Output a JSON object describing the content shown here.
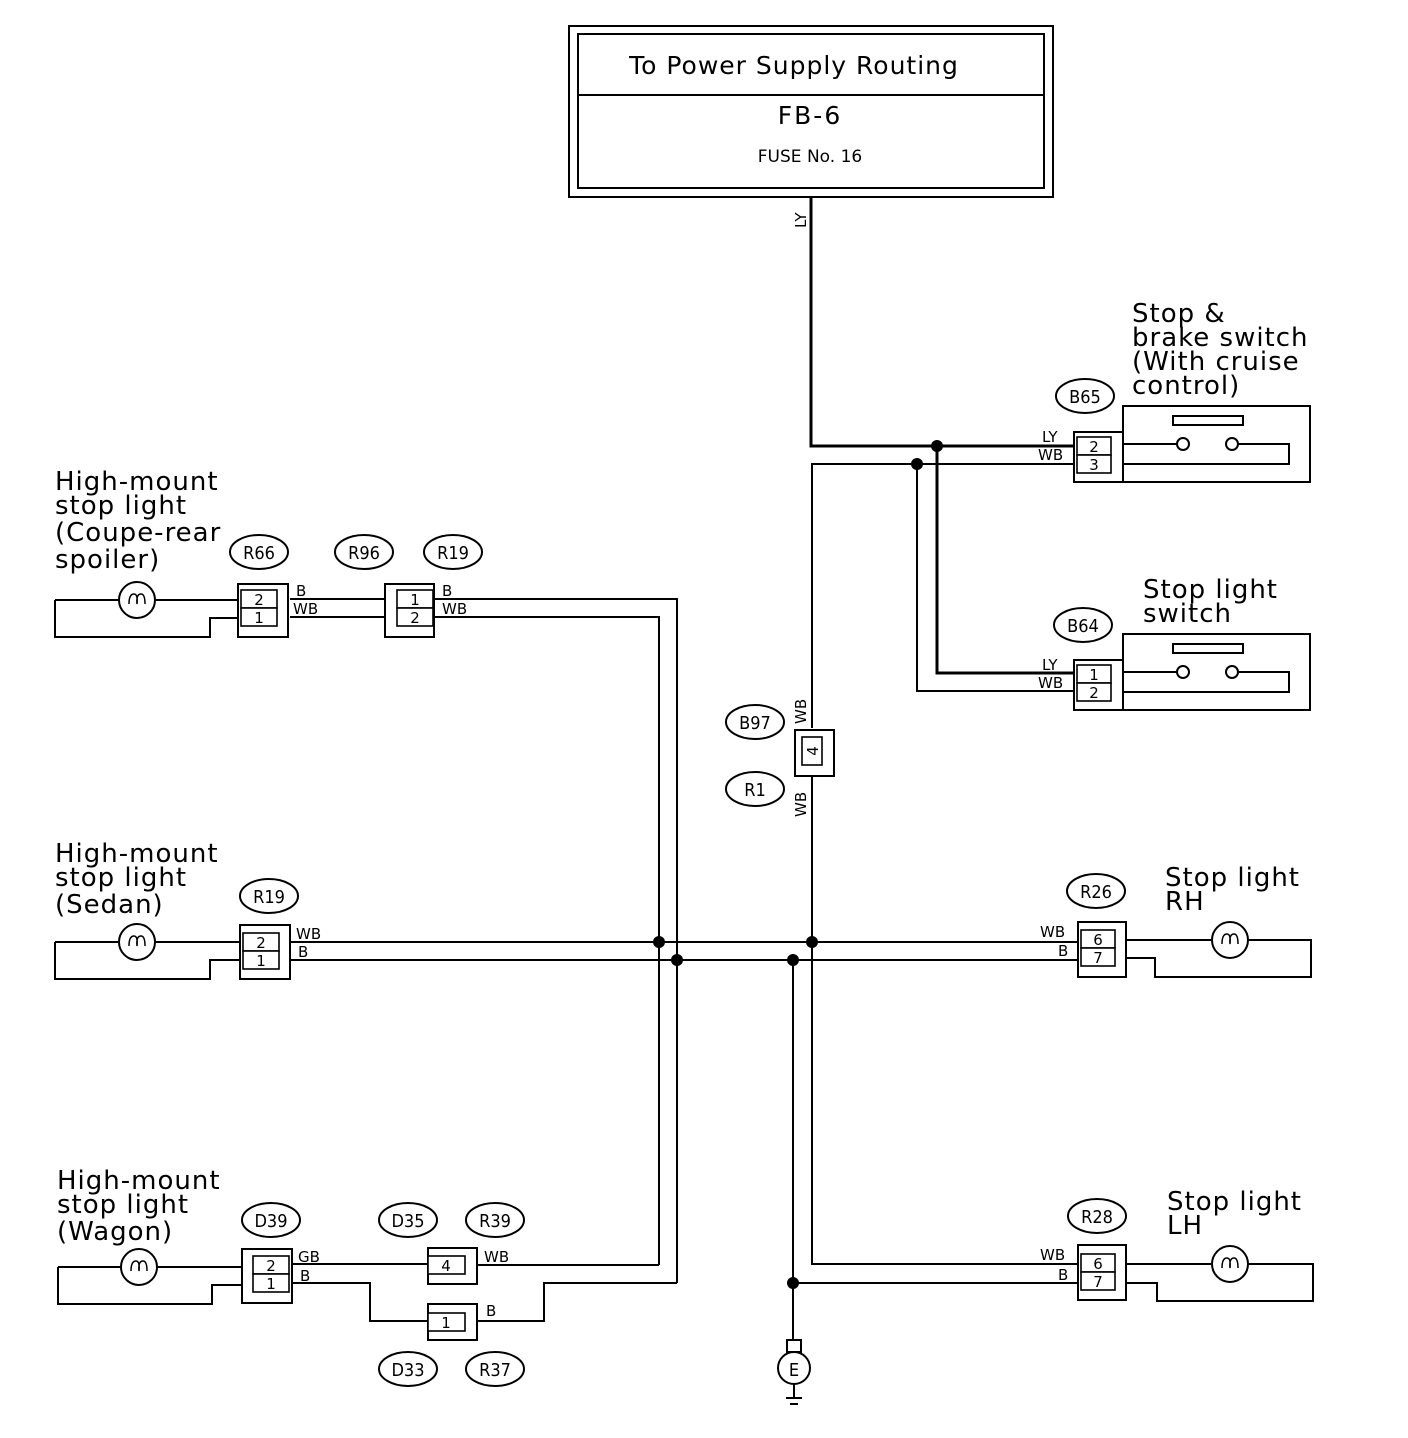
{
  "power_box": {
    "title": "To Power Supply Routing",
    "fuse_block": "FB-6",
    "fuse": "FUSE No. 16"
  },
  "components": {
    "stop_brake_switch": [
      "Stop &",
      "brake switch",
      "(With cruise",
      "control)"
    ],
    "stop_light_switch": [
      "Stop light",
      "switch"
    ],
    "hm_coupe": [
      "High-mount",
      "stop light",
      "(Coupe-rear",
      "spoiler)"
    ],
    "hm_sedan": [
      "High-mount",
      "stop light",
      "(Sedan)"
    ],
    "hm_wagon": [
      "High-mount",
      "stop light",
      "(Wagon)"
    ],
    "stop_rh": [
      "Stop light",
      "RH"
    ],
    "stop_lh": [
      "Stop light",
      "LH"
    ],
    "ground": "E"
  },
  "connectors": {
    "b65": "B65",
    "b64": "B64",
    "b97": "B97",
    "r1": "R1",
    "r66": "R66",
    "r96": "R96",
    "r19_top": "R19",
    "r19_sedan": "R19",
    "r26": "R26",
    "r28": "R28",
    "d39": "D39",
    "d35": "D35",
    "r39": "R39",
    "d33": "D33",
    "r37": "R37"
  },
  "pins": {
    "b65": [
      "2",
      "3"
    ],
    "b64": [
      "1",
      "2"
    ],
    "b97": "4",
    "r66": [
      "2",
      "1"
    ],
    "r19_top": [
      "1",
      "2"
    ],
    "r19_sedan": [
      "2",
      "1"
    ],
    "r26": [
      "6",
      "7"
    ],
    "r28": [
      "6",
      "7"
    ],
    "d39": [
      "2",
      "1"
    ],
    "r39": "4",
    "r37": "1"
  },
  "wire_colors": {
    "ly": "LY",
    "wb": "WB",
    "b": "B",
    "gb": "GB"
  }
}
